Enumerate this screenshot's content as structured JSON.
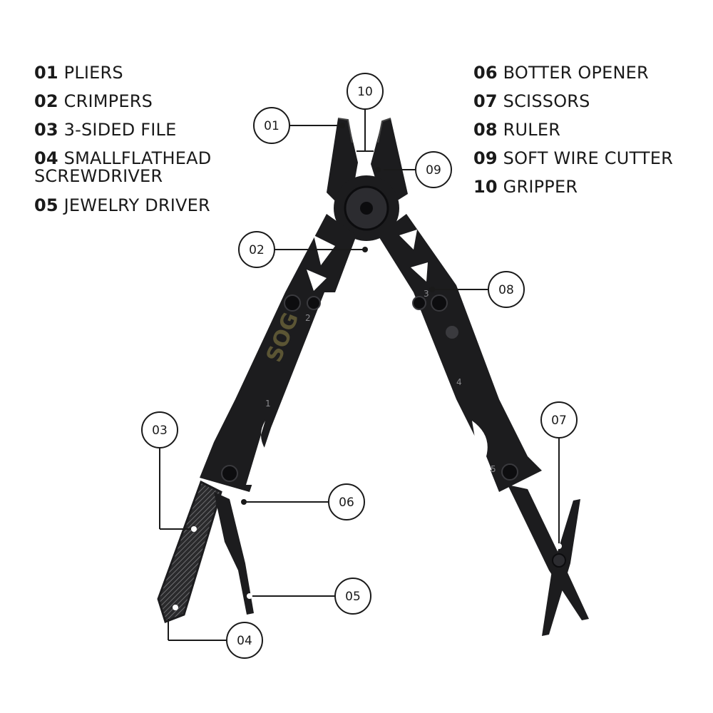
{
  "legend_left": [
    {
      "num": "01",
      "label": "PLIERS"
    },
    {
      "num": "02",
      "label": "CRIMPERS"
    },
    {
      "num": "03",
      "label": "3-SIDED FILE"
    },
    {
      "num": "04",
      "label": "SMALLFLATHEAD",
      "label2": "SCREWDRIVER"
    },
    {
      "num": "05",
      "label": "JEWELRY DRIVER"
    }
  ],
  "legend_right": [
    {
      "num": "06",
      "label": "BOTTER OPENER"
    },
    {
      "num": "07",
      "label": "SCISSORS"
    },
    {
      "num": "08",
      "label": "RULER"
    },
    {
      "num": "09",
      "label": "SOFT WIRE CUTTER"
    },
    {
      "num": "10",
      "label": "GRIPPER"
    }
  ],
  "callouts": {
    "c01": "01",
    "c02": "02",
    "c03": "03",
    "c04": "04",
    "c05": "05",
    "c06": "06",
    "c07": "07",
    "c08": "08",
    "c09": "09",
    "c10": "10"
  },
  "tool": {
    "brand": "SOG",
    "ruler_left": [
      "2",
      "1"
    ],
    "ruler_right": [
      "3",
      "4",
      "5"
    ]
  },
  "colors": {
    "tool_body": "#1c1c1e",
    "tool_highlight": "#3a3a3e",
    "brand_logo": "#5b5534",
    "line": "#1a1a1a"
  }
}
